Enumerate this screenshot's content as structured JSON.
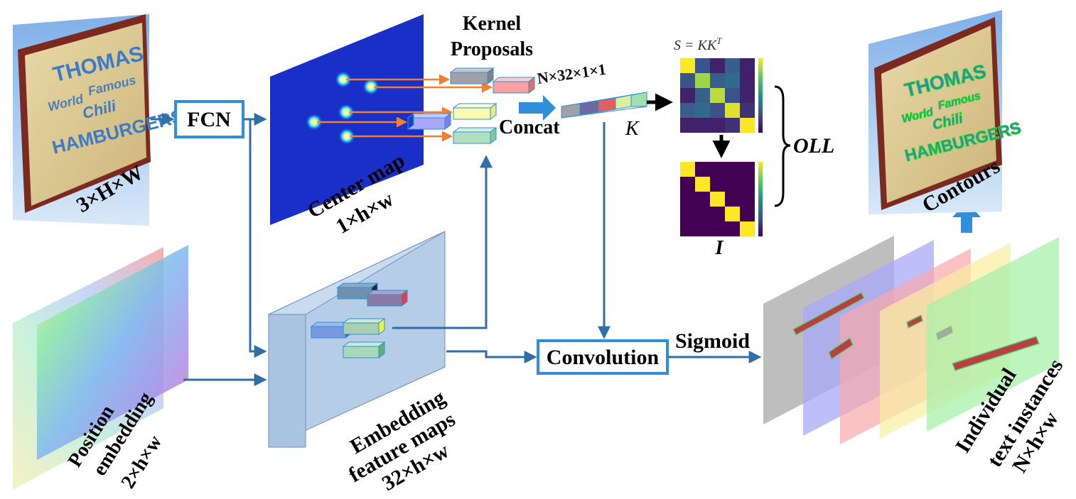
{
  "input": {
    "sign_words": [
      "THOMAS",
      "World",
      "Famous",
      "Chili",
      "HAMBURGERS"
    ],
    "dim_label": "3×H×W"
  },
  "modules": {
    "fcn": "FCN",
    "convolution": "Convolution",
    "sigmoid": "Sigmoid",
    "concat": "Concat"
  },
  "center_map": {
    "title": "Center map",
    "dim": "1×h×w"
  },
  "kernel": {
    "title_line1": "Kernel",
    "title_line2": "Proposals",
    "dim": "N×32×1×1",
    "symbol": "K"
  },
  "similarity": {
    "formula": "S = KK",
    "sup": "T",
    "identity": "I",
    "loss": "OLL"
  },
  "embedding": {
    "line1": "Embedding",
    "line2": "feature maps",
    "dim": "32×h×w"
  },
  "position": {
    "line1": "Position",
    "line2": "embedding",
    "dim": "2×h×w"
  },
  "output": {
    "contours": "Contours",
    "line1": "Individual",
    "line2": "text instances",
    "dim": "N×h×w"
  },
  "colors": {
    "arrow_blue": "#2f6ea6",
    "arrow_orange": "#f07f33",
    "box_blue": "#2f8fd8",
    "viridis_dark": "#440154",
    "viridis_yellow": "#fde725",
    "contour_green": "#22dd22"
  },
  "matrix_S_levels": [
    [
      1.0,
      0.25,
      0.1,
      0.3,
      0.1
    ],
    [
      0.25,
      0.85,
      0.3,
      0.35,
      0.1
    ],
    [
      0.1,
      0.3,
      0.9,
      0.25,
      0.1
    ],
    [
      0.3,
      0.35,
      0.25,
      0.95,
      0.15
    ],
    [
      0.1,
      0.1,
      0.1,
      0.15,
      1.0
    ]
  ]
}
